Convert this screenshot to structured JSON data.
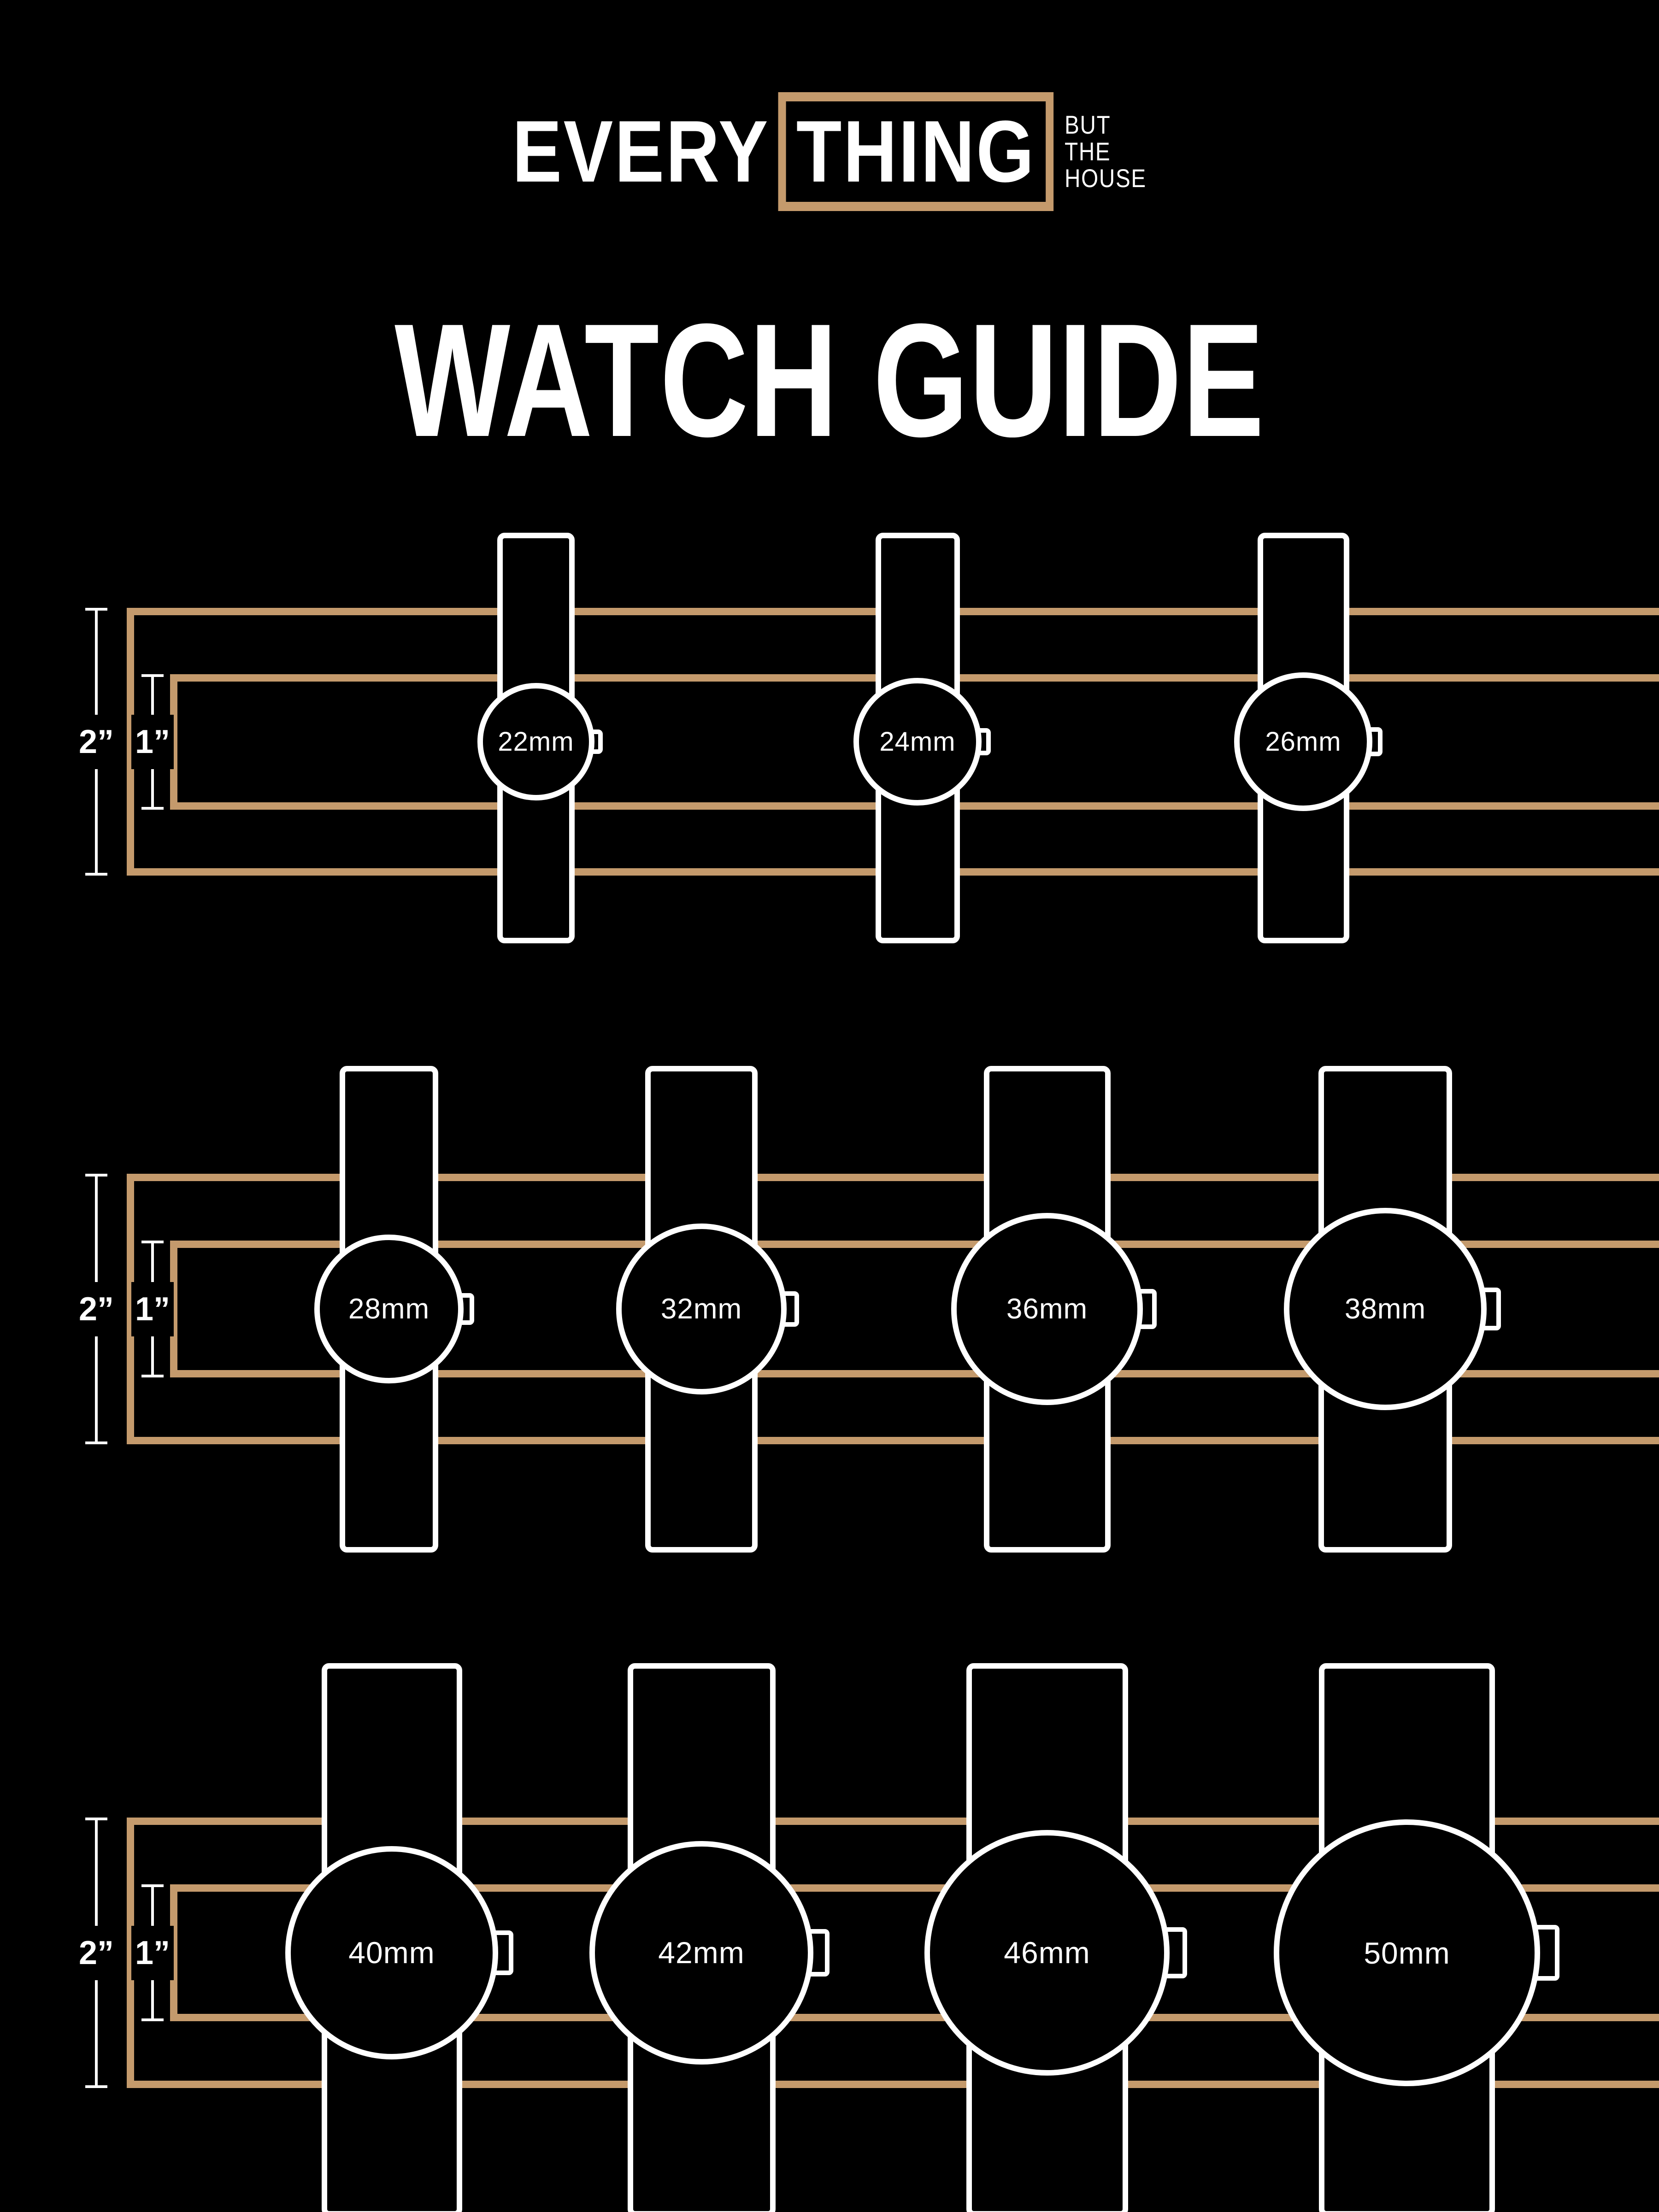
{
  "title": "WATCH GUIDE",
  "logo": {
    "every": "EVERY",
    "thing": "THING",
    "tagline": [
      "BUT",
      "THE",
      "HOUSE"
    ]
  },
  "colors": {
    "background": "#000000",
    "accent_tan": "#C49A6C",
    "foreground": "#FFFFFF"
  },
  "rows": [
    {
      "outer_scale_label": "2”",
      "inner_scale_label": "1”",
      "watches": [
        {
          "label": "22mm",
          "mm": 22
        },
        {
          "label": "24mm",
          "mm": 24
        },
        {
          "label": "26mm",
          "mm": 26
        }
      ]
    },
    {
      "outer_scale_label": "2”",
      "inner_scale_label": "1”",
      "watches": [
        {
          "label": "28mm",
          "mm": 28
        },
        {
          "label": "32mm",
          "mm": 32
        },
        {
          "label": "36mm",
          "mm": 36
        },
        {
          "label": "38mm",
          "mm": 38
        }
      ]
    },
    {
      "outer_scale_label": "2”",
      "inner_scale_label": "1”",
      "watches": [
        {
          "label": "40mm",
          "mm": 40
        },
        {
          "label": "42mm",
          "mm": 42
        },
        {
          "label": "46mm",
          "mm": 46
        },
        {
          "label": "50mm",
          "mm": 50
        }
      ]
    }
  ]
}
